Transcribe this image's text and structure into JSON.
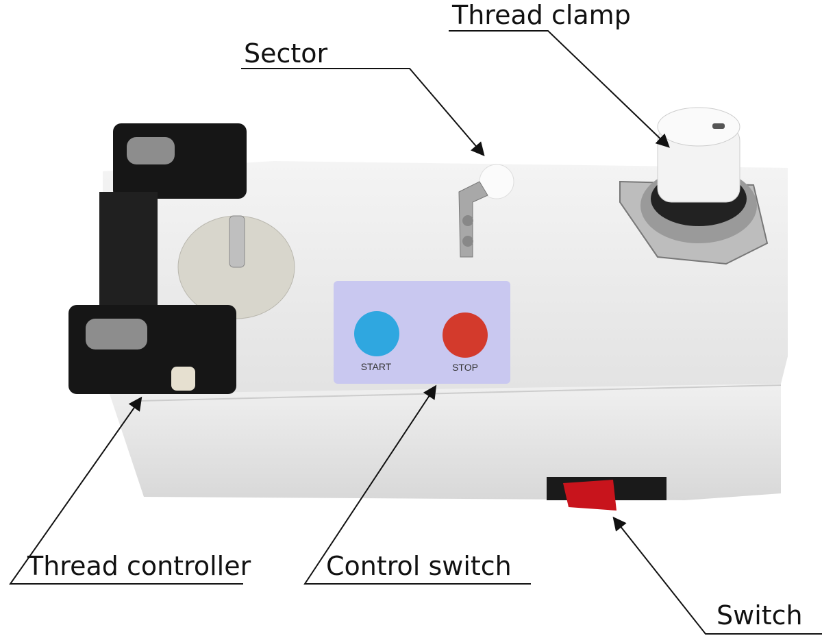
{
  "labels": {
    "thread_clamp": "Thread clamp",
    "sector": "Sector",
    "thread_controller": "Thread controller",
    "control_switch": "Control switch",
    "switch": "Switch"
  },
  "panel": {
    "start": "START",
    "stop": "STOP"
  },
  "colors": {
    "start_button": "#2fa7e0",
    "stop_button": "#d33a2c",
    "panel": "#c9c8f0",
    "rocker": "#c8141c"
  }
}
